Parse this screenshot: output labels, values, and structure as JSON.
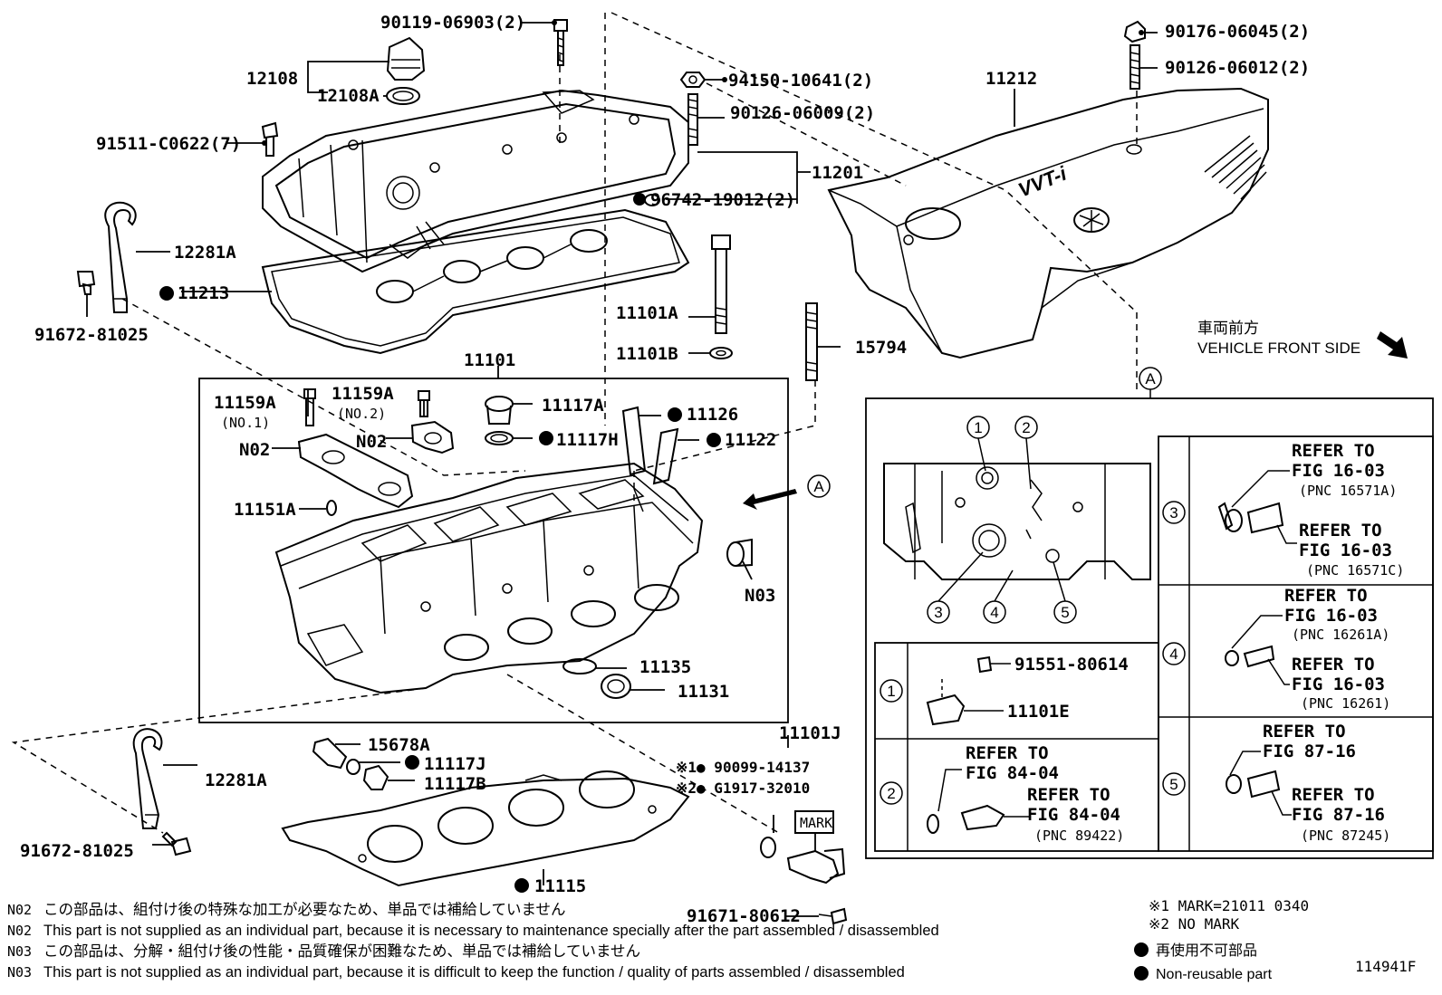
{
  "labels": {
    "p12108": "12108",
    "p12108A": "12108A",
    "p90119": "90119-06903(2)",
    "p94150": "94150-10641(2)",
    "p90126a": "90126-06009(2)",
    "p91511": "91511-C0622(7)",
    "p11201": "11201",
    "p96742": "96742-19012(2)",
    "p12281A_top": "12281A",
    "p11213": "11213",
    "p91672_top": "91672-81025",
    "p90176": "90176-06045(2)",
    "p90126b": "90126-06012(2)",
    "p11212": "11212",
    "p11101A": "11101A",
    "p11101B": "11101B",
    "p15794": "15794",
    "p11101": "11101",
    "p11159A_1": "11159A",
    "p11159A_1n": "(NO.1)",
    "p11159A_2": "11159A",
    "p11159A_2n": "(NO.2)",
    "p11117A": "11117A",
    "p11126": "11126",
    "p11117H": "11117H",
    "p11122": "11122",
    "pN02a": "N02",
    "pN02b": "N02",
    "p11151A": "11151A",
    "pN03": "N03",
    "p11135": "11135",
    "p11131": "11131",
    "p12281A_bot": "12281A",
    "p91672_bot": "91672-81025",
    "p15678A": "15678A",
    "p11117J": "11117J",
    "p11117B": "11117B",
    "p11115": "11115",
    "p11101J": "11101J",
    "p90099": "※1● 90099-14137",
    "pG1917": "※2● G1917-32010",
    "mark": "MARK",
    "p91671": "91671-80612",
    "calloutA": "A",
    "markA": "A"
  },
  "vehicle_front": {
    "jp": "車両前方",
    "en": "VEHICLE FRONT SIDE"
  },
  "detail": {
    "circles": [
      "1",
      "2",
      "3",
      "4",
      "5"
    ],
    "row1": {
      "num": "1",
      "p91551": "91551-80614",
      "p11101E": "11101E"
    },
    "row2": {
      "num": "2",
      "refer1": "REFER TO",
      "fig1": "FIG 84-04",
      "refer2": "REFER TO",
      "fig2": "FIG 84-04",
      "pnc": "(PNC 89422)"
    },
    "row3": {
      "num": "3",
      "refer1": "REFER TO",
      "fig1": "FIG 16-03",
      "pnc1": "(PNC 16571A)",
      "refer2": "REFER TO",
      "fig2": "FIG 16-03",
      "pnc2": "(PNC 16571C)"
    },
    "row4": {
      "num": "4",
      "refer1": "REFER TO",
      "fig1": "FIG 16-03",
      "pnc1": "(PNC 16261A)",
      "refer2": "REFER TO",
      "fig2": "FIG 16-03",
      "pnc2": "(PNC 16261)"
    },
    "row5": {
      "num": "5",
      "refer1": "REFER TO",
      "fig1": "FIG 87-16",
      "refer2": "REFER TO",
      "fig2": "FIG 87-16",
      "pnc2": "(PNC 87245)"
    }
  },
  "emblem": "VVT-i",
  "notes": [
    {
      "code": "N02",
      "text": "この部品は、組付け後の特殊な加工が必要なため、単品では補給していません"
    },
    {
      "code": "N02",
      "text": "This part is not supplied as an individual part, because it is necessary to maintenance specially after the part assembled / disassembled"
    },
    {
      "code": "N03",
      "text": "この部品は、分解・組付け後の性能・品質確保が困難なため、単品では補給していません"
    },
    {
      "code": "N03",
      "text": "This part is not supplied as an individual part, because it is difficult to keep the function / quality of parts  assembled / disassembled"
    }
  ],
  "mark_notes": {
    "m1": "※1 MARK=21011 0340",
    "m2": "※2 NO MARK"
  },
  "legend": {
    "jp": "再使用不可部品",
    "en": "Non-reusable part"
  },
  "figure_id": "114941F"
}
